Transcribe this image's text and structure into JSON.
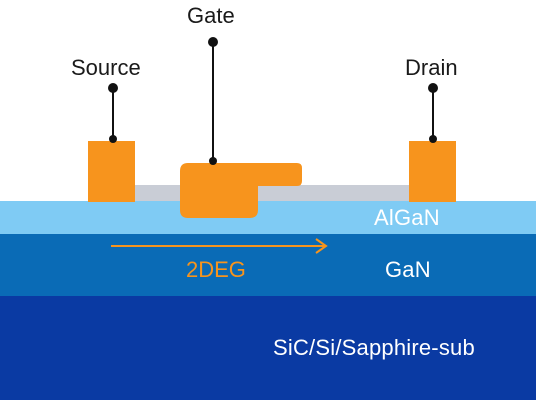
{
  "terminals": {
    "source": "Source",
    "gate": "Gate",
    "drain": "Drain"
  },
  "layers": {
    "algan": "AlGaN",
    "gan": "GaN",
    "substrate": "SiC/Si/Sapphire-sub"
  },
  "channel": {
    "label": "2DEG"
  },
  "colors": {
    "metal_contact": "#F7941D",
    "passivation": "#C9CDD6",
    "algan_layer": "#7FCBF4",
    "gan_layer": "#0A6BB6",
    "substrate_layer": "#0A3AA3",
    "channel_arrow": "#F7941D",
    "lead_wire": "#111111"
  }
}
